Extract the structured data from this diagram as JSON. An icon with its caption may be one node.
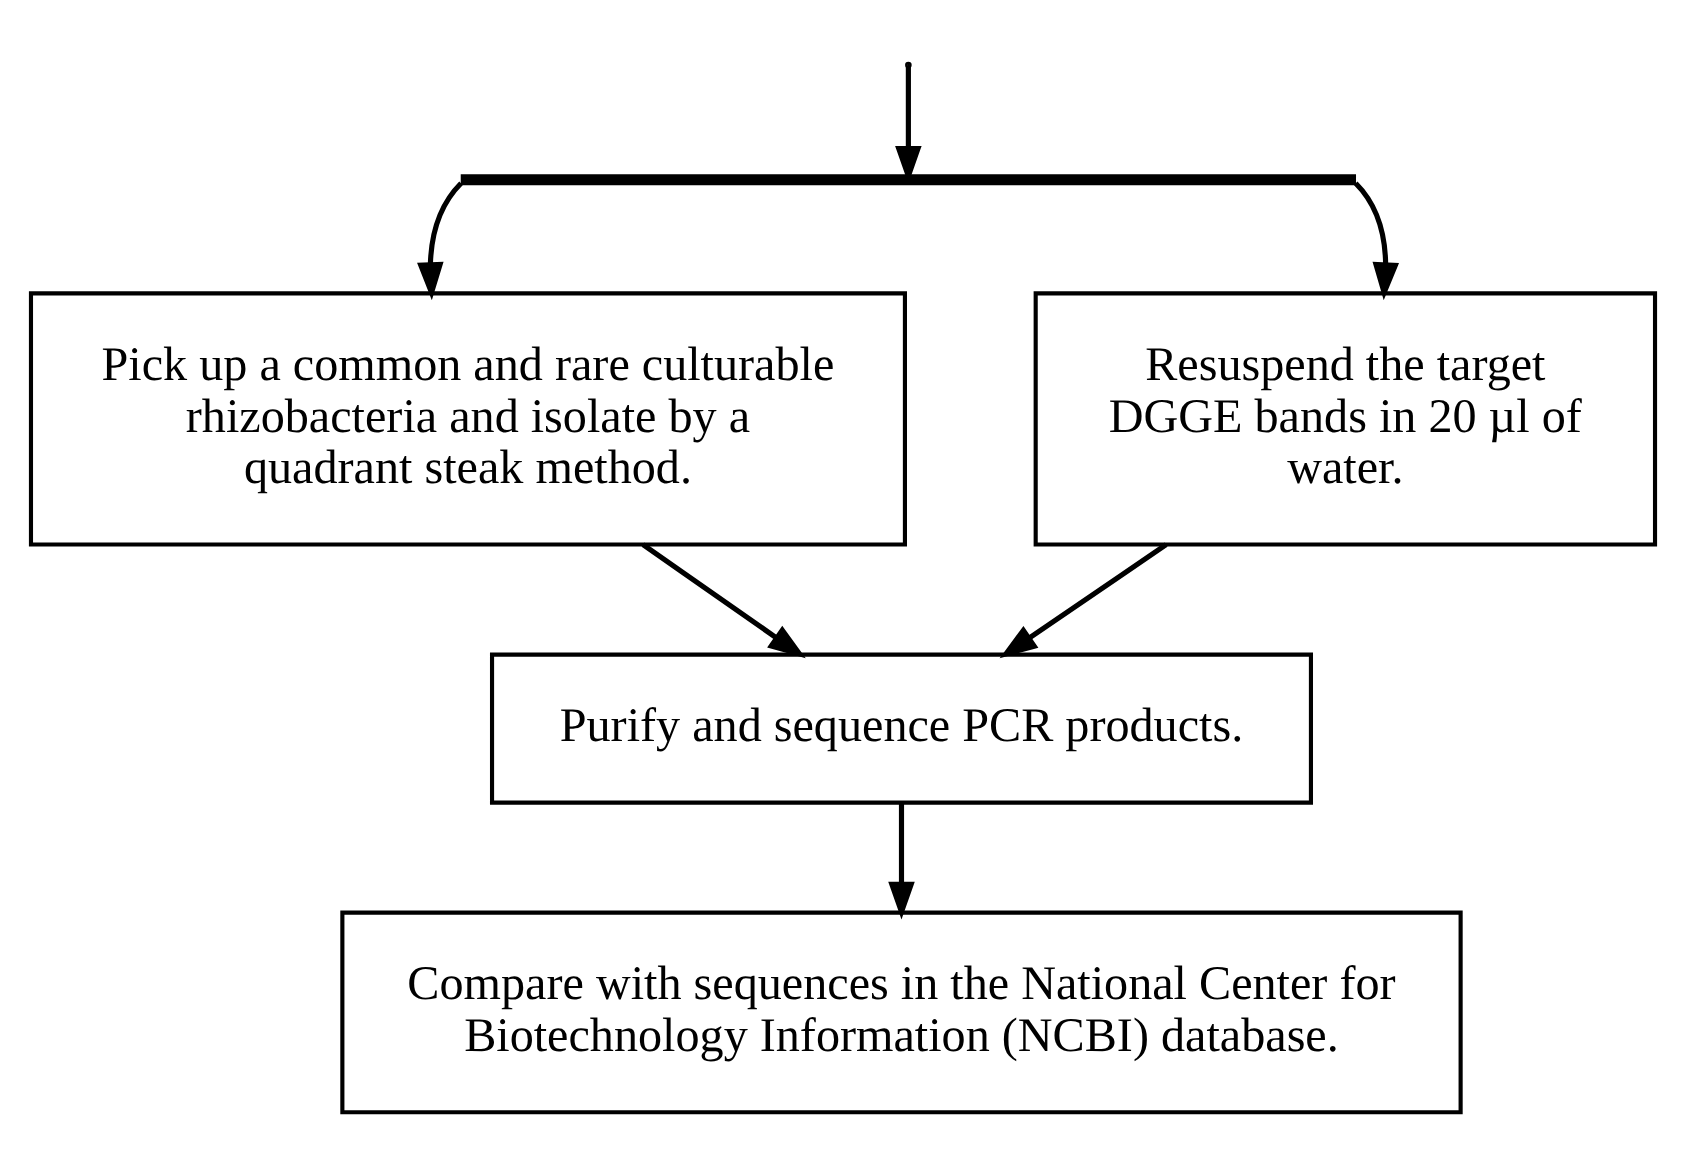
{
  "diagram": {
    "nodes": [
      {
        "text": [],
        "shape": "bar"
      },
      {
        "text": [
          "Pick up a common and rare culturable rhizobacteria and isolate by a quadrant steak method."
        ]
      },
      {
        "text": [
          "Resuspend the target DGGE bands in 20 µl of water."
        ]
      },
      {
        "text": [
          "Purify and sequence PCR products."
        ]
      },
      {
        "text": [
          "Compare with sequences in the National Center for Biotechnology Information (NCBI) database."
        ]
      }
    ],
    "edges": [
      {
        "from": null,
        "to": 0,
        "arrow": "to"
      },
      {
        "from": 0,
        "to": 1,
        "arrow": "to"
      },
      {
        "from": 0,
        "to": 2,
        "arrow": "to"
      },
      {
        "from": 1,
        "to": 3,
        "arrow": "to"
      },
      {
        "from": 2,
        "to": 3,
        "arrow": "to"
      },
      {
        "from": 3,
        "to": 4,
        "arrow": "to"
      }
    ]
  }
}
